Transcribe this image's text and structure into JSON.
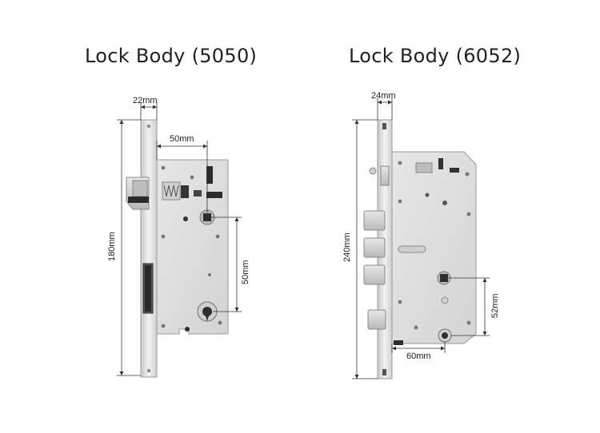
{
  "titles": {
    "left": "Lock Body (5050)",
    "right": "Lock Body (6052)"
  },
  "left_lock": {
    "faceplate_width": "22mm",
    "backset": "50mm",
    "height": "180mm",
    "center_distance": "50mm"
  },
  "right_lock": {
    "faceplate_width": "24mm",
    "height": "240mm",
    "center_distance": "52mm",
    "backset": "60mm"
  },
  "colors": {
    "steel": "#dcdcdc",
    "steel_dark": "#a9a9a9",
    "dim_line": "#333333"
  }
}
